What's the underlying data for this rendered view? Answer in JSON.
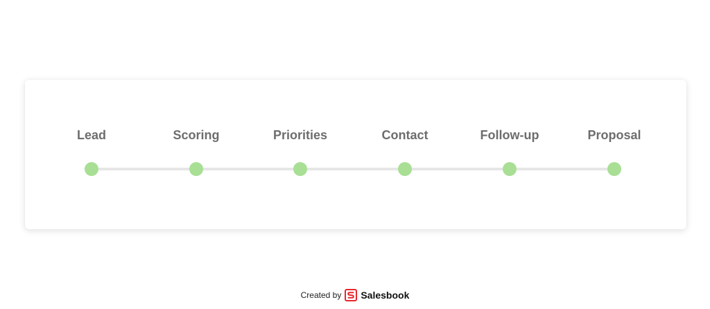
{
  "steps": [
    {
      "label": "Lead"
    },
    {
      "label": "Scoring"
    },
    {
      "label": "Priorities"
    },
    {
      "label": "Contact"
    },
    {
      "label": "Follow-up"
    },
    {
      "label": "Proposal"
    }
  ],
  "colors": {
    "dot": "#a8df95",
    "track": "#e6e6e6",
    "label": "#6d6d6d",
    "brand_red": "#e8262d"
  },
  "footer": {
    "created_by": "Created by",
    "brand": "Salesbook",
    "logo_icon": "salesbook-logo-icon"
  }
}
